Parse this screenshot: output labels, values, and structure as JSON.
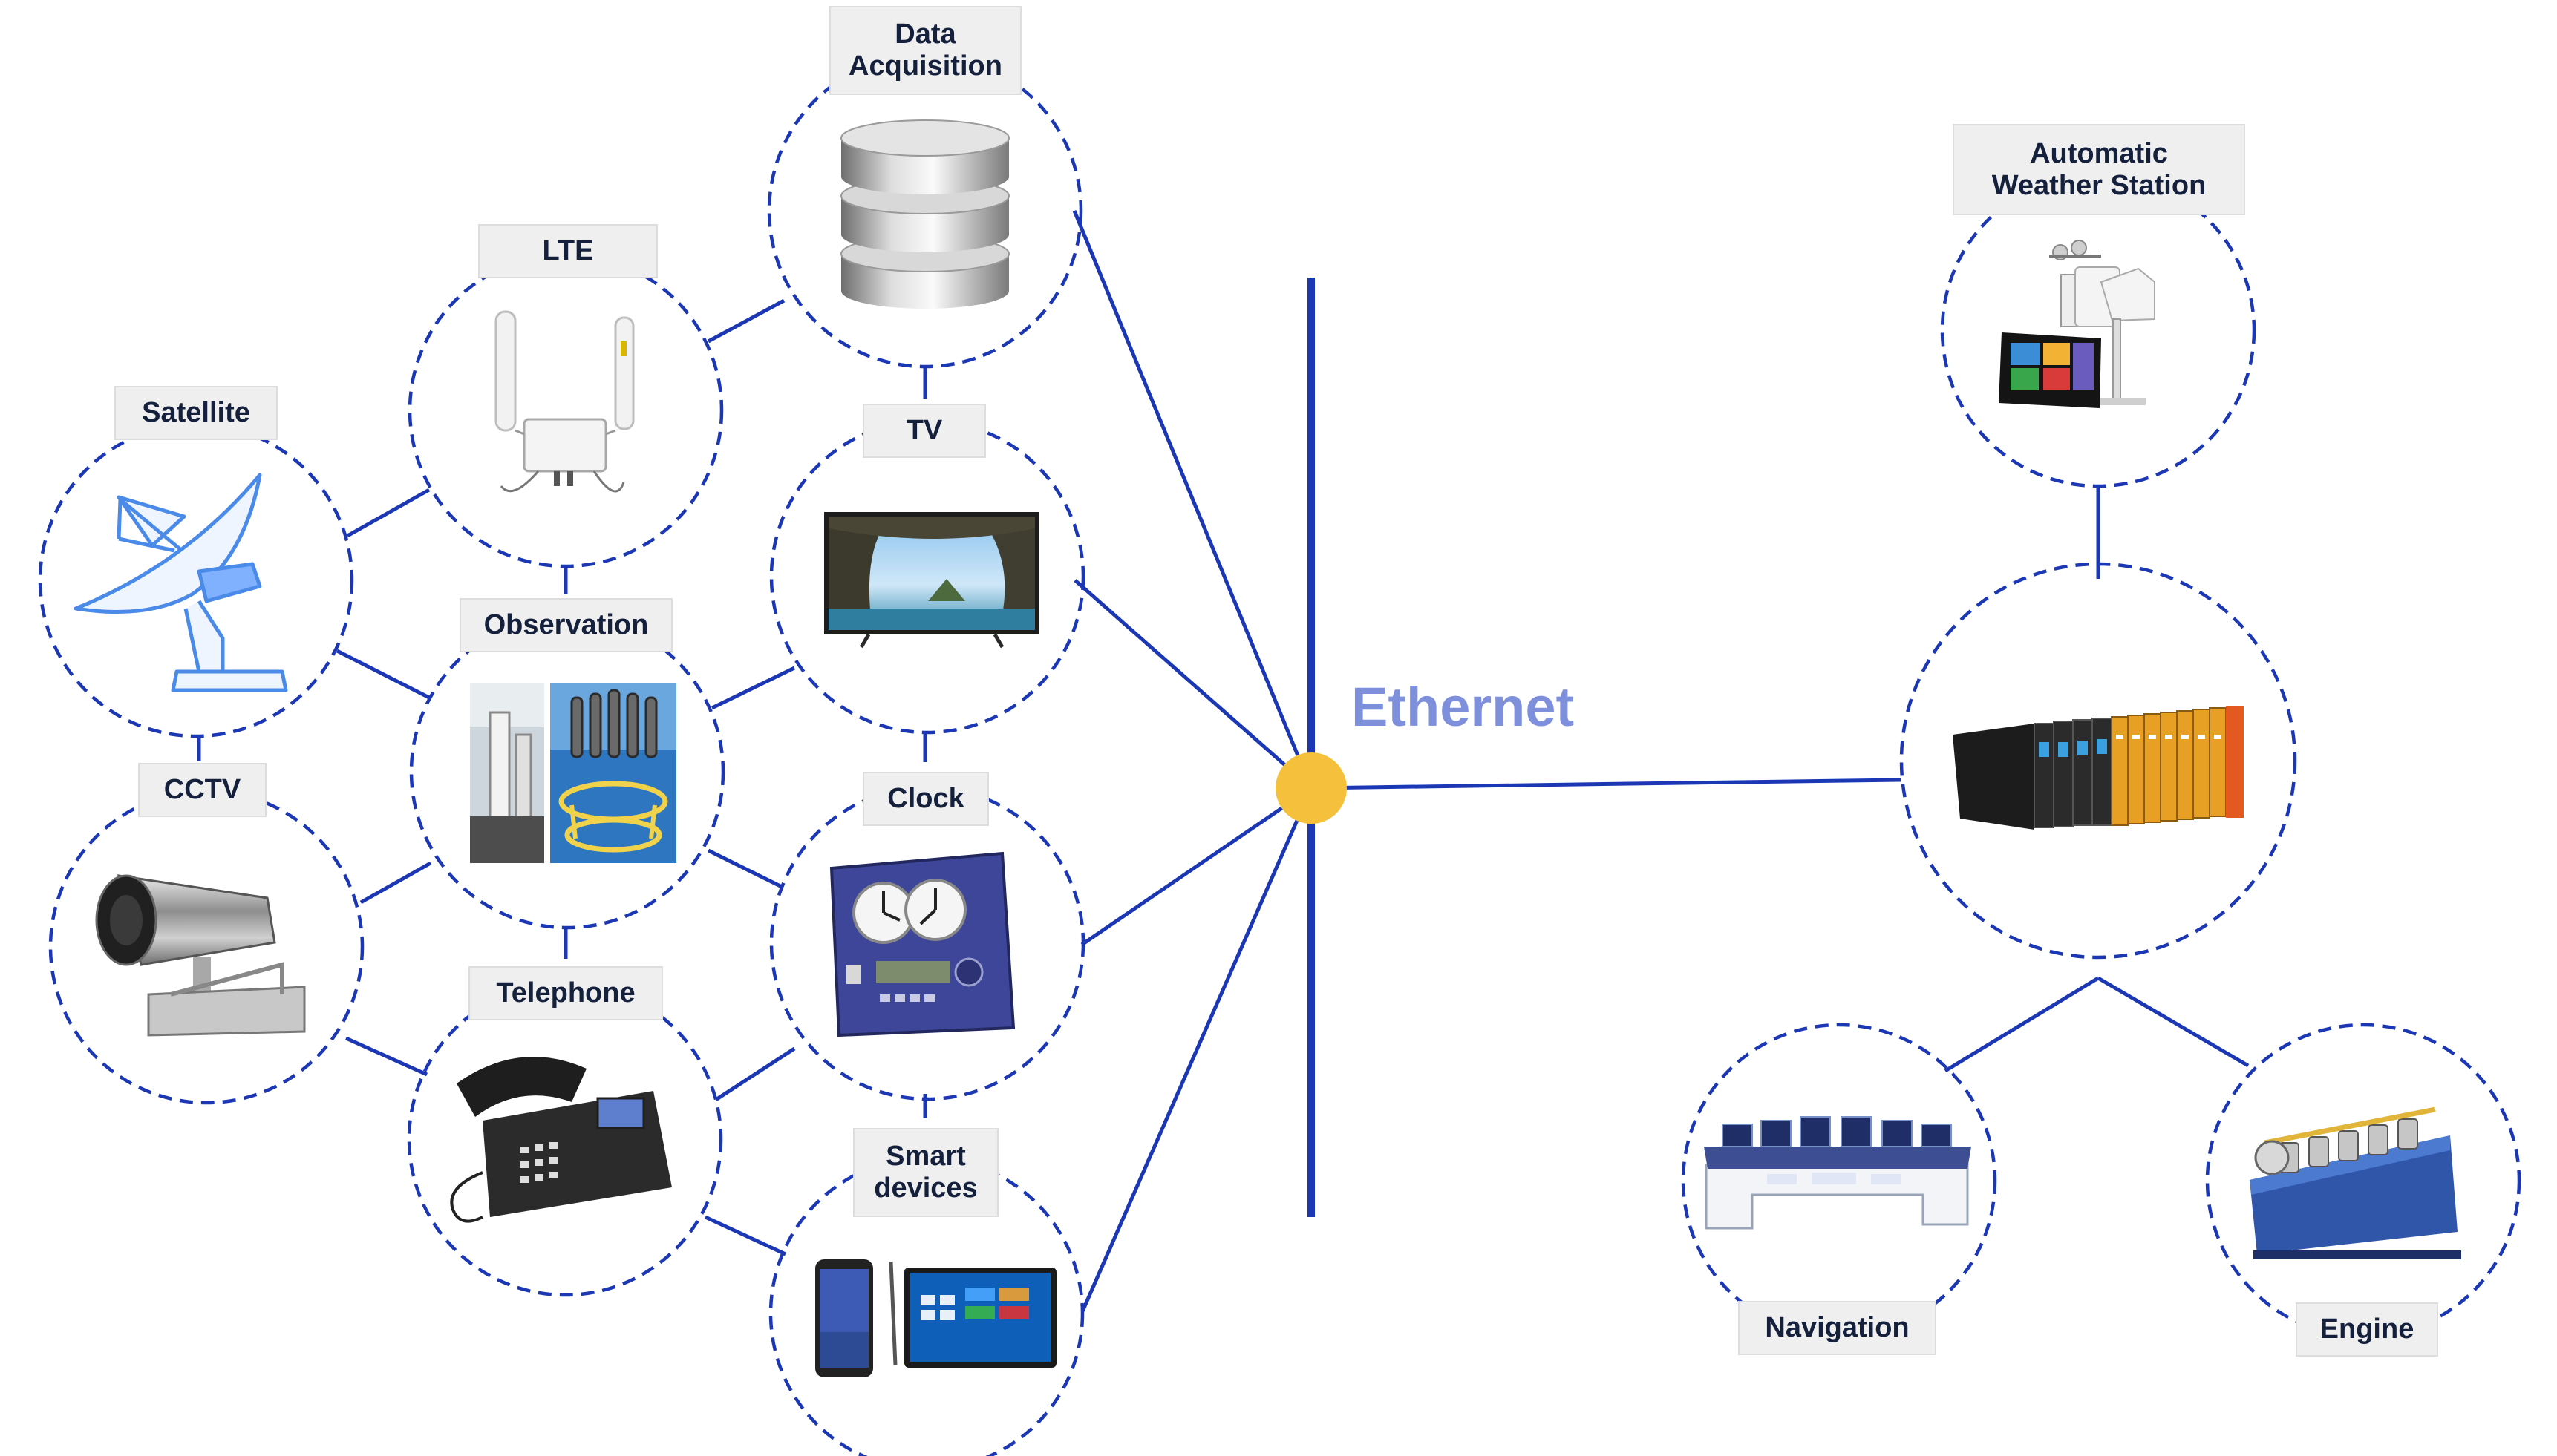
{
  "hub": {
    "label": "Ethernet",
    "line_color": "#1c37b3",
    "node_color": "#f5c13c",
    "label_color": "#7e8fdc"
  },
  "nodes": {
    "data_acquisition": {
      "label": "Data\nAcquisition",
      "icon": "database-icon"
    },
    "lte": {
      "label": "LTE",
      "icon": "antenna-router-icon"
    },
    "satellite": {
      "label": "Satellite",
      "icon": "satellite-dish-icon"
    },
    "observation": {
      "label": "Observation",
      "icon": "ocean-instrument-photo"
    },
    "tv": {
      "label": "TV",
      "icon": "television-icon"
    },
    "cctv": {
      "label": "CCTV",
      "icon": "security-camera-icon"
    },
    "clock": {
      "label": "Clock",
      "icon": "ship-clock-panel-icon"
    },
    "telephone": {
      "label": "Telephone",
      "icon": "desk-telephone-icon"
    },
    "smart_devices": {
      "label": "Smart\ndevices",
      "icon": "phone-tablet-icon"
    },
    "weather_station": {
      "label": "Automatic\nWeather Station",
      "icon": "weather-station-icon"
    },
    "io_module": {
      "icon": "io-module-rack-icon"
    },
    "navigation": {
      "label": "Navigation",
      "icon": "bridge-console-icon"
    },
    "engine": {
      "label": "Engine",
      "icon": "marine-engine-icon"
    }
  }
}
